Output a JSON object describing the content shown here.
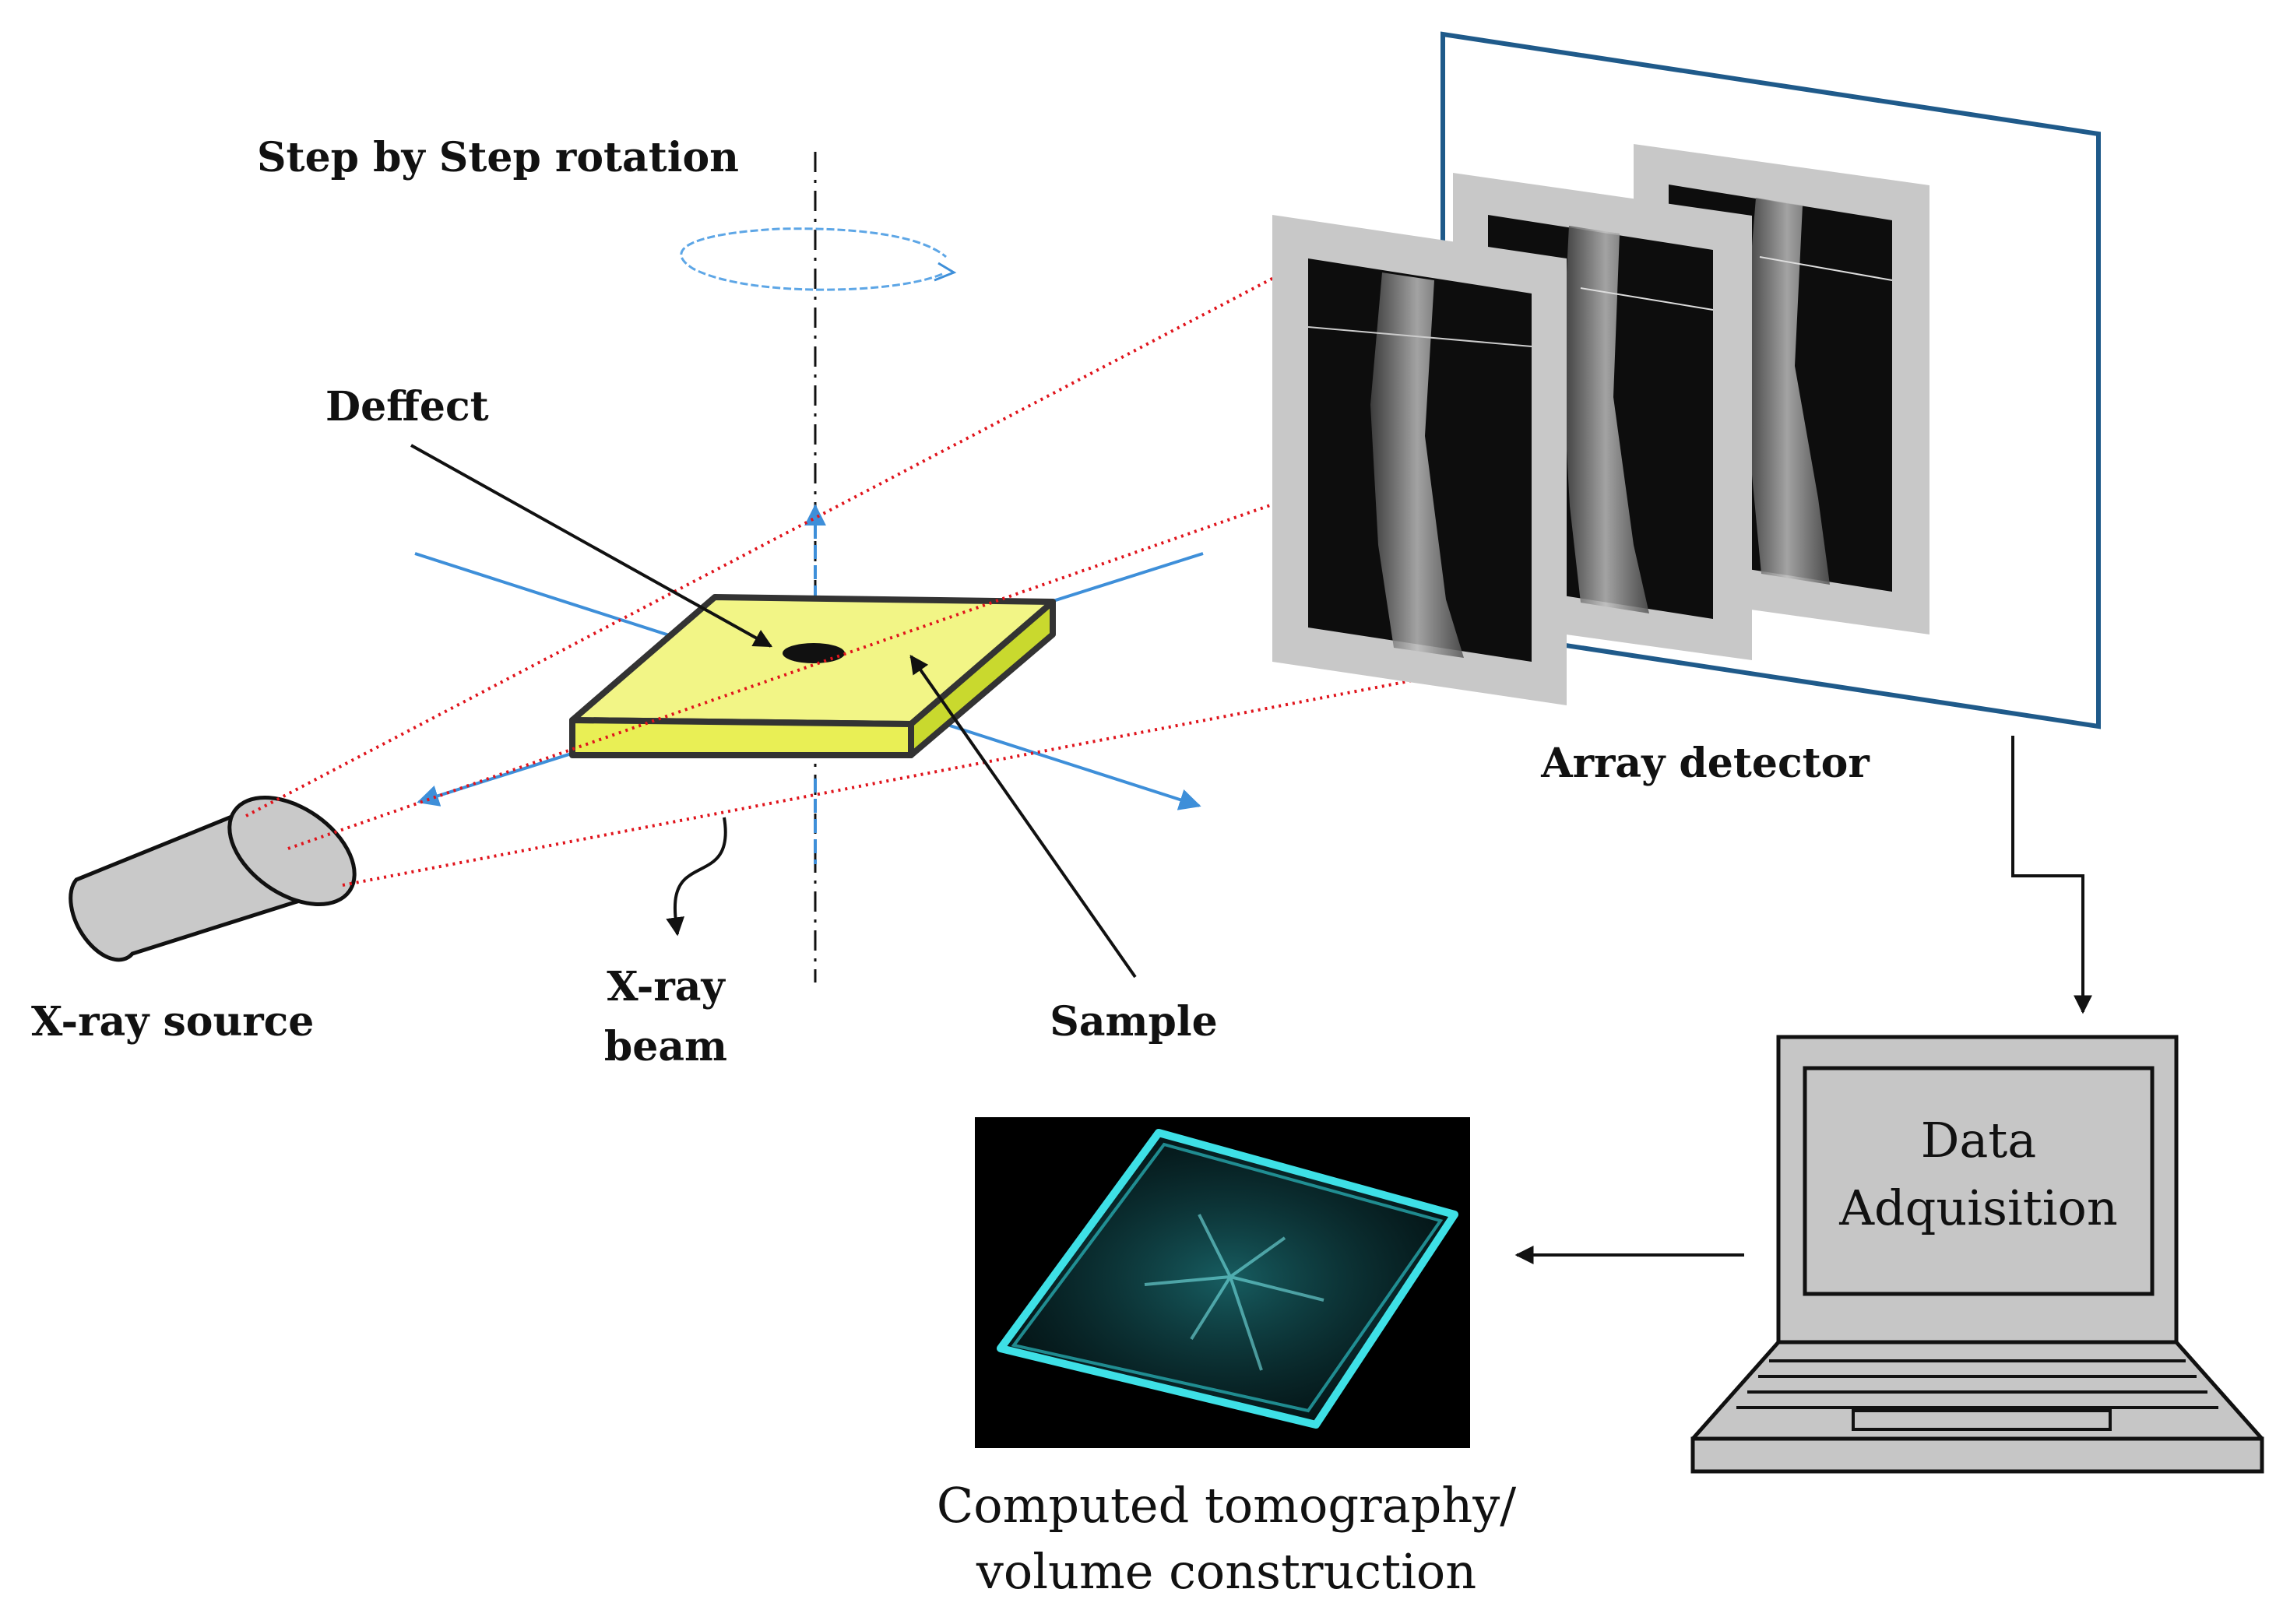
{
  "labels": {
    "rotation": "Step by Step rotation",
    "defect": "Deffect",
    "source": "X-ray source",
    "beam_line1": "X-ray",
    "beam_line2": "beam",
    "sample": "Sample",
    "detector": "Array detector",
    "daq_line1": "Data",
    "daq_line2": "Adquisition",
    "ct_line1": "Computed tomography/",
    "ct_line2": "volume construction"
  },
  "colors": {
    "sample_top": "#f2f586",
    "sample_side": "#d4e33b",
    "axis_blue": "#3e8fd9",
    "beam_red": "#e0141c",
    "detector_frame": "#1f5a8a",
    "scan_frame": "#c8c8c8",
    "ct_glow": "#3ee0e6",
    "device_gray": "#c6c6c6"
  }
}
